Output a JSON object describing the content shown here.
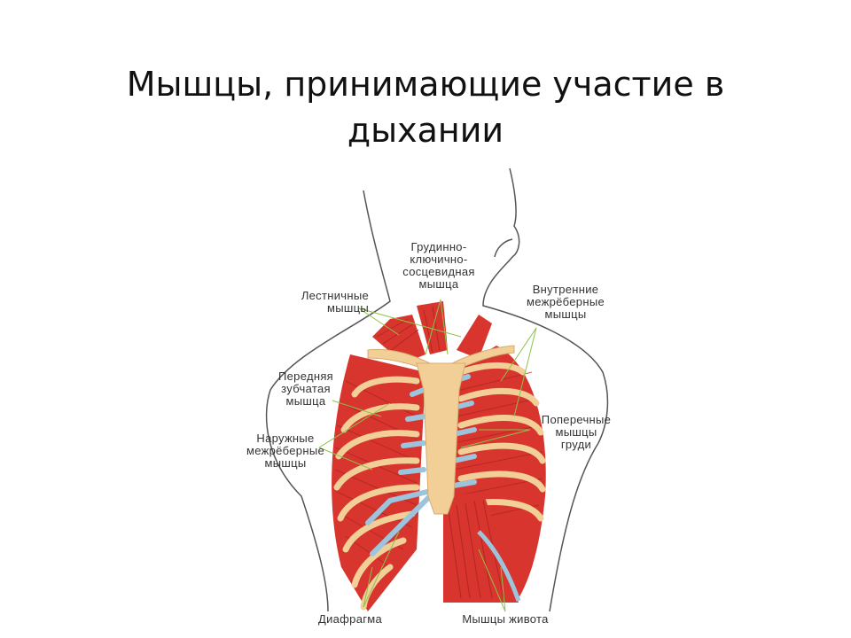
{
  "title": "Мышцы, принимающие участие в дыхании",
  "labels": {
    "scm": "Грудинно-\nключично-\nсосцевидная\nмышца",
    "scalene": "Лестничные\nмышцы",
    "internal_intercostal": "Внутренние\nмежрёберные\nмышцы",
    "serratus_anterior": "Передняя\nзубчатая\nмышца",
    "transverse_thoracic": "Поперечные\nмышцы\nгруди",
    "external_intercostal": "Наружные\nмежрёберные\nмышцы",
    "diaphragm": "Диафрагма",
    "abdominal": "Мышцы живота"
  },
  "colors": {
    "muscle": "#d8352f",
    "muscle_dark": "#a9231f",
    "bone": "#f2cf96",
    "cartilage": "#9cc4dc",
    "leader_line": "#8ec24a",
    "outline": "#555555"
  }
}
